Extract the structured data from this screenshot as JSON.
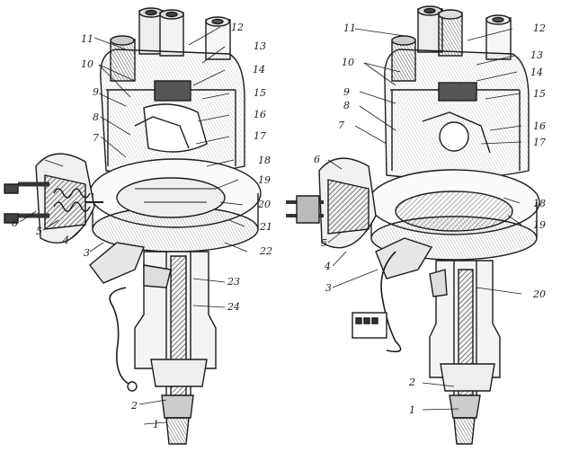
{
  "left_figure": {
    "callouts": [
      "1",
      "2",
      "3",
      "4",
      "5",
      "6",
      "7",
      "8",
      "9",
      "10",
      "11",
      "12",
      "13",
      "14",
      "15",
      "16",
      "17",
      "18",
      "19",
      "20",
      "21",
      "22",
      "23",
      "24"
    ]
  },
  "right_figure": {
    "callouts": [
      "1",
      "2",
      "3",
      "4",
      "5",
      "6",
      "7",
      "8",
      "9",
      "10",
      "11",
      "12",
      "13",
      "14",
      "15",
      "16",
      "17",
      "18",
      "19",
      "20"
    ]
  },
  "colors": {
    "ink": "#1c1c1c",
    "paper": "#ffffff",
    "shade": "#9a9a9a",
    "dark": "#3a3a3a"
  }
}
